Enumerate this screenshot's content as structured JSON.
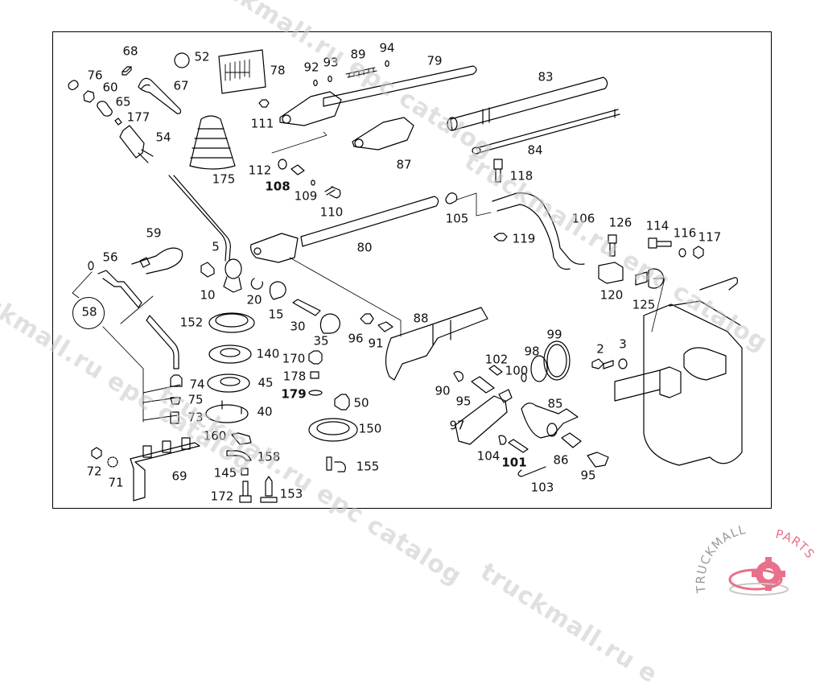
{
  "diagram": {
    "title": "Gear shift mechanism exploded parts view",
    "callouts": [
      {
        "id": "68",
        "label": "68"
      },
      {
        "id": "52",
        "label": "52"
      },
      {
        "id": "78",
        "label": "78"
      },
      {
        "id": "76",
        "label": "76"
      },
      {
        "id": "60",
        "label": "60"
      },
      {
        "id": "67",
        "label": "67"
      },
      {
        "id": "65",
        "label": "65"
      },
      {
        "id": "177",
        "label": "177"
      },
      {
        "id": "54",
        "label": "54"
      },
      {
        "id": "175",
        "label": "175"
      },
      {
        "id": "92",
        "label": "92"
      },
      {
        "id": "93",
        "label": "93"
      },
      {
        "id": "89",
        "label": "89"
      },
      {
        "id": "94",
        "label": "94"
      },
      {
        "id": "79",
        "label": "79"
      },
      {
        "id": "83",
        "label": "83"
      },
      {
        "id": "111",
        "label": "111"
      },
      {
        "id": "87",
        "label": "87"
      },
      {
        "id": "84",
        "label": "84"
      },
      {
        "id": "112",
        "label": "112"
      },
      {
        "id": "108",
        "label": "108"
      },
      {
        "id": "109",
        "label": "109"
      },
      {
        "id": "110",
        "label": "110"
      },
      {
        "id": "118",
        "label": "118"
      },
      {
        "id": "105",
        "label": "105"
      },
      {
        "id": "106",
        "label": "106"
      },
      {
        "id": "119",
        "label": "119"
      },
      {
        "id": "126",
        "label": "126"
      },
      {
        "id": "114",
        "label": "114"
      },
      {
        "id": "116",
        "label": "116"
      },
      {
        "id": "117",
        "label": "117"
      },
      {
        "id": "120",
        "label": "120"
      },
      {
        "id": "125",
        "label": "125"
      },
      {
        "id": "59",
        "label": "59"
      },
      {
        "id": "5",
        "label": "5"
      },
      {
        "id": "80",
        "label": "80"
      },
      {
        "id": "56",
        "label": "56"
      },
      {
        "id": "58",
        "label": "58"
      },
      {
        "id": "10",
        "label": "10"
      },
      {
        "id": "20",
        "label": "20"
      },
      {
        "id": "15",
        "label": "15"
      },
      {
        "id": "30",
        "label": "30"
      },
      {
        "id": "35",
        "label": "35"
      },
      {
        "id": "96",
        "label": "96"
      },
      {
        "id": "91",
        "label": "91"
      },
      {
        "id": "88",
        "label": "88"
      },
      {
        "id": "152",
        "label": "152"
      },
      {
        "id": "140",
        "label": "140"
      },
      {
        "id": "170",
        "label": "170"
      },
      {
        "id": "178",
        "label": "178"
      },
      {
        "id": "179",
        "label": "179"
      },
      {
        "id": "74",
        "label": "74"
      },
      {
        "id": "45",
        "label": "45"
      },
      {
        "id": "75",
        "label": "75"
      },
      {
        "id": "73",
        "label": "73"
      },
      {
        "id": "40",
        "label": "40"
      },
      {
        "id": "50",
        "label": "50"
      },
      {
        "id": "150",
        "label": "150"
      },
      {
        "id": "160",
        "label": "160"
      },
      {
        "id": "158",
        "label": "158"
      },
      {
        "id": "155",
        "label": "155"
      },
      {
        "id": "145",
        "label": "145"
      },
      {
        "id": "172",
        "label": "172"
      },
      {
        "id": "153",
        "label": "153"
      },
      {
        "id": "72",
        "label": "72"
      },
      {
        "id": "71",
        "label": "71"
      },
      {
        "id": "69",
        "label": "69"
      },
      {
        "id": "99",
        "label": "99"
      },
      {
        "id": "98",
        "label": "98"
      },
      {
        "id": "102",
        "label": "102"
      },
      {
        "id": "100",
        "label": "100"
      },
      {
        "id": "2",
        "label": "2"
      },
      {
        "id": "3",
        "label": "3"
      },
      {
        "id": "90",
        "label": "90"
      },
      {
        "id": "95a",
        "label": "95"
      },
      {
        "id": "85",
        "label": "85"
      },
      {
        "id": "97",
        "label": "97"
      },
      {
        "id": "104",
        "label": "104"
      },
      {
        "id": "101",
        "label": "101"
      },
      {
        "id": "86",
        "label": "86"
      },
      {
        "id": "95b",
        "label": "95"
      },
      {
        "id": "103",
        "label": "103"
      }
    ]
  },
  "watermarks": [
    "truckmall.ru epc catalog",
    "truckmall.ru epc catalog",
    "truckmall.ru epc catalog",
    "truckmall.ru epc catalog",
    "truckmall.ru e"
  ],
  "logo": {
    "text_left": "TRUCKMALL",
    "text_right": "PARTS",
    "gray_color": "#9a9a9a",
    "accent_color": "#e8708a"
  }
}
